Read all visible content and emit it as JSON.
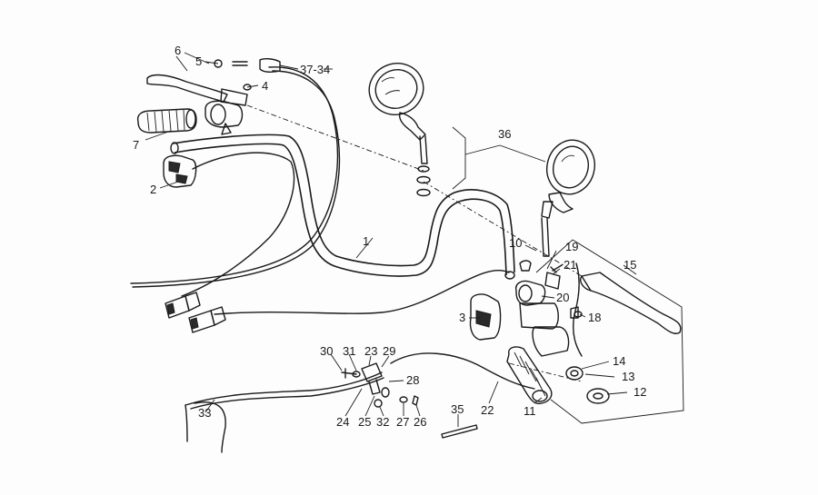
{
  "diagram": {
    "labels": [
      {
        "id": "l1",
        "text": "1"
      },
      {
        "id": "l2",
        "text": "2"
      },
      {
        "id": "l3",
        "text": "3"
      },
      {
        "id": "l4",
        "text": "4"
      },
      {
        "id": "l5",
        "text": "5"
      },
      {
        "id": "l6",
        "text": "6"
      },
      {
        "id": "l7",
        "text": "7"
      },
      {
        "id": "l10",
        "text": "10"
      },
      {
        "id": "l11",
        "text": "11"
      },
      {
        "id": "l12",
        "text": "12"
      },
      {
        "id": "l13",
        "text": "13"
      },
      {
        "id": "l14",
        "text": "14"
      },
      {
        "id": "l15",
        "text": "15"
      },
      {
        "id": "l18",
        "text": "18"
      },
      {
        "id": "l19",
        "text": "19"
      },
      {
        "id": "l20",
        "text": "20"
      },
      {
        "id": "l21",
        "text": "21"
      },
      {
        "id": "l22",
        "text": "22"
      },
      {
        "id": "l23",
        "text": "23"
      },
      {
        "id": "l24",
        "text": "24"
      },
      {
        "id": "l25",
        "text": "25"
      },
      {
        "id": "l26",
        "text": "26"
      },
      {
        "id": "l27",
        "text": "27"
      },
      {
        "id": "l28",
        "text": "28"
      },
      {
        "id": "l29",
        "text": "29"
      },
      {
        "id": "l30",
        "text": "30"
      },
      {
        "id": "l31",
        "text": "31"
      },
      {
        "id": "l32",
        "text": "32"
      },
      {
        "id": "l33",
        "text": "33"
      },
      {
        "id": "l35",
        "text": "35"
      },
      {
        "id": "l36",
        "text": "36"
      },
      {
        "id": "l3734",
        "text": "37-34"
      }
    ]
  }
}
